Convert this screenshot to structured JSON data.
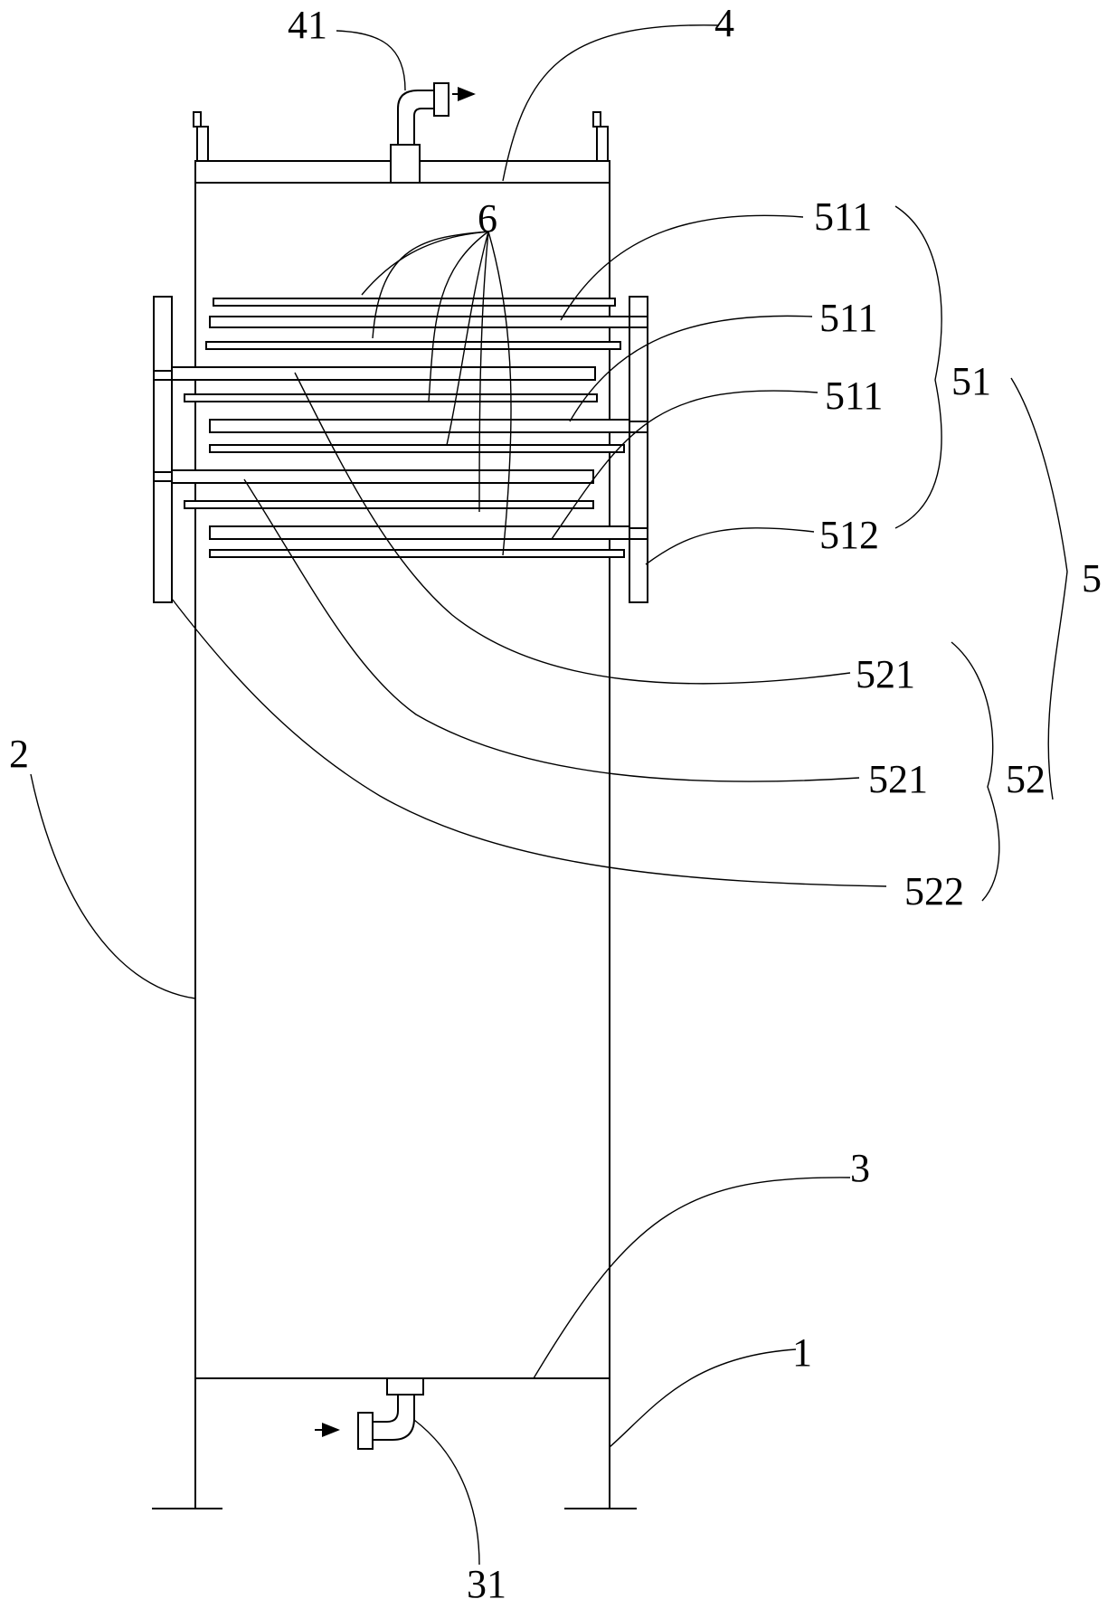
{
  "labels": {
    "l41": "41",
    "l4": "4",
    "l6": "6",
    "l511a": "511",
    "l511b": "511",
    "l511c": "511",
    "l51": "51",
    "l512": "512",
    "l5": "5",
    "l521a": "521",
    "l521b": "521",
    "l52": "52",
    "l522": "522",
    "l2": "2",
    "l3": "3",
    "l1": "1",
    "l31": "31"
  }
}
